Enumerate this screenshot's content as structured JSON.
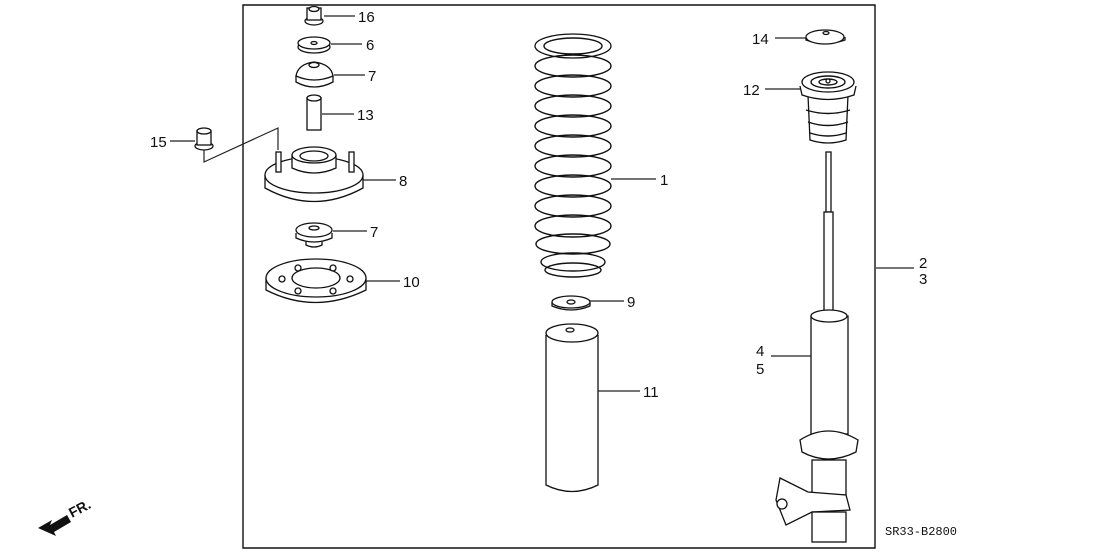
{
  "diagram": {
    "title": "Front Shock Absorber Assembly",
    "diagram_code": "SR33-B2800",
    "direction_label": "FR.",
    "callouts": [
      {
        "id": "16",
        "label": "16",
        "part": "self-locking nut"
      },
      {
        "id": "6",
        "label": "6",
        "part": "washer"
      },
      {
        "id": "7a",
        "label": "7",
        "part": "mount rubber (upper)"
      },
      {
        "id": "13",
        "label": "13",
        "part": "collar"
      },
      {
        "id": "15",
        "label": "15",
        "part": "flange nut"
      },
      {
        "id": "8",
        "label": "8",
        "part": "mount base"
      },
      {
        "id": "7b",
        "label": "7",
        "part": "mount rubber (lower)"
      },
      {
        "id": "10",
        "label": "10",
        "part": "spring seat"
      },
      {
        "id": "1",
        "label": "1",
        "part": "coil spring"
      },
      {
        "id": "9",
        "label": "9",
        "part": "bump stop plate"
      },
      {
        "id": "11",
        "label": "11",
        "part": "dust cover"
      },
      {
        "id": "14",
        "label": "14",
        "part": "mount cap"
      },
      {
        "id": "12",
        "label": "12",
        "part": "bump stop / mount"
      },
      {
        "id": "2",
        "label": "2",
        "part": "shock absorber assembly (R)"
      },
      {
        "id": "3",
        "label": "3",
        "part": "shock absorber assembly (L)"
      },
      {
        "id": "4",
        "label": "4",
        "part": "shock absorber unit (R)"
      },
      {
        "id": "5",
        "label": "5",
        "part": "shock absorber unit (L)"
      }
    ]
  }
}
